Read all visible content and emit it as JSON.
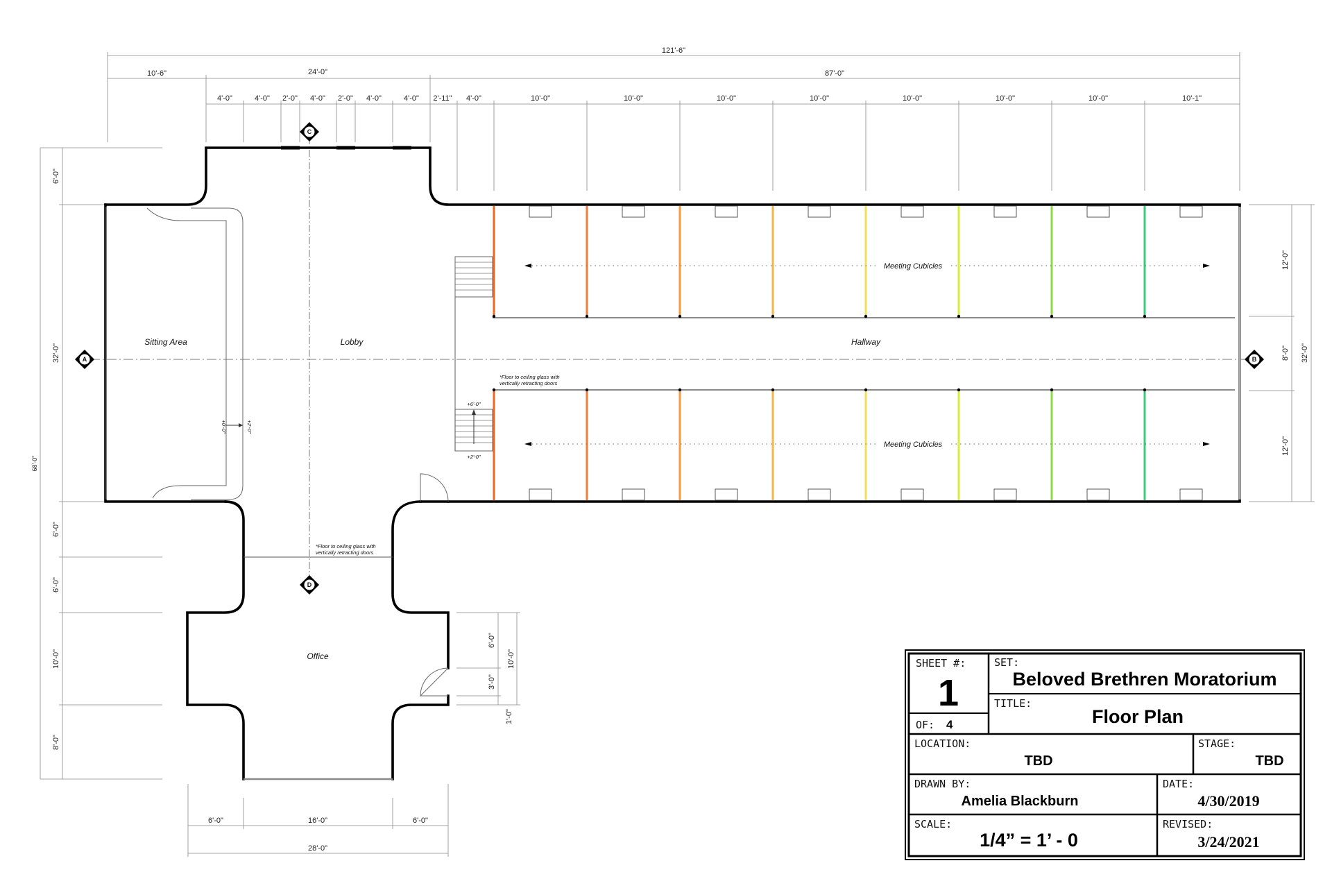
{
  "overall_dims": {
    "total": "121'-6\"",
    "left": "10'-6\"",
    "lobby": "24'-0\"",
    "right": "87'-0\"",
    "lobby_segments": [
      "4'-0\"",
      "4'-0\"",
      "2'-0\"",
      "4'-0\"",
      "2'-0\"",
      "4'-0\"",
      "4'-0\""
    ],
    "right_segments": [
      "2'-11\"",
      "4'-0\"",
      "10'-0\"",
      "10'-0\"",
      "10'-0\"",
      "10'-0\"",
      "10'-0\"",
      "10'-0\"",
      "10'-0\"",
      "10'-1\""
    ]
  },
  "left_dims": {
    "overall": "68'-0\"",
    "segments": [
      "6'-0\"",
      "32'-0\"",
      "6'-0\"",
      "6'-0\"",
      "10'-0\"",
      "8'-0\""
    ]
  },
  "right_dims": {
    "overall": "32'-0\"",
    "segments": [
      "12'-0\"",
      "8'-0\"",
      "12'-0\""
    ]
  },
  "office_side_dims": [
    "6'-0\"",
    "3'-0\"",
    "1'-0\"",
    "10'-0\""
  ],
  "bottom_dims": {
    "segments": [
      "6'-0\"",
      "16'-0\"",
      "6'-0\""
    ],
    "overall": "28'-0\""
  },
  "rooms": {
    "sitting_area": "Sitting Area",
    "lobby": "Lobby",
    "hallway": "Hallway",
    "office": "Office",
    "cubicles_top": "Meeting Cubicles",
    "cubicles_bottom": "Meeting Cubicles"
  },
  "notes": {
    "cubicle_glass_1": "*Floor to ceiling glass with",
    "cubicle_glass_2": "vertically retracting doors",
    "office_glass_1": "*Floor to ceiling glass with",
    "office_glass_2": "vertically retracting doors"
  },
  "levels": {
    "stair_top": "+6'-0\"",
    "stair_bottom": "+2'-0\"",
    "ramp_a": "+0'-0\"",
    "ramp_b": "+2'-0\""
  },
  "section_markers": [
    "A",
    "B",
    "C",
    "D"
  ],
  "partition_colors": [
    "#f26522",
    "#f47b3a",
    "#f79a3c",
    "#f6b54a",
    "#f1e05a",
    "#d8ec3c",
    "#8fd84a",
    "#39c97a"
  ],
  "title_block": {
    "sheet_label": "SHEET #:",
    "sheet_number": "1",
    "of_label": "OF:",
    "of_number": "4",
    "set_label": "SET:",
    "set_value": "Beloved Brethren Moratorium",
    "title_label": "TITLE:",
    "title_value": "Floor Plan",
    "location_label": "LOCATION:",
    "location_value": "TBD",
    "stage_label": "STAGE:",
    "stage_value": "TBD",
    "drawn_label": "DRAWN BY:",
    "drawn_value": "Amelia Blackburn",
    "date_label": "DATE:",
    "date_value": "4/30/2019",
    "scale_label": "SCALE:",
    "scale_value": "1/4” = 1’ - 0",
    "revised_label": "REVISED:",
    "revised_value": "3/24/2021"
  }
}
